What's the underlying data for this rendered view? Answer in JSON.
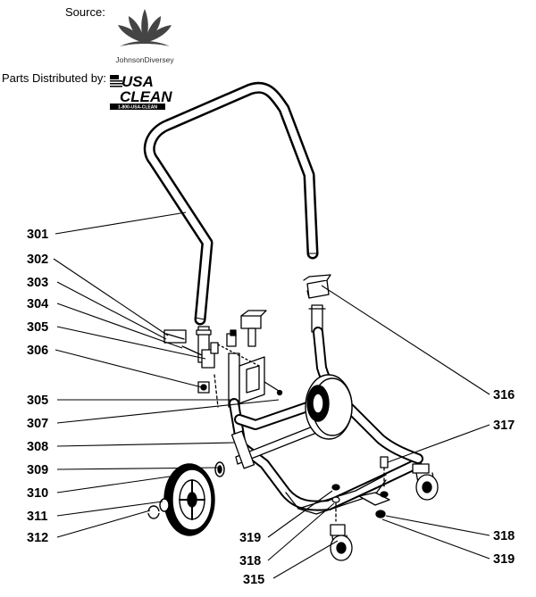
{
  "header": {
    "source_label": "Source:",
    "distributor_label": "Parts Distributed by:",
    "source_brand": "JohnsonDiversey",
    "distributor_brand_line1": "USA",
    "distributor_brand_line2": "CLEAN",
    "distributor_phone": "1-800-USA-CLEAN"
  },
  "callouts": [
    {
      "id": "301",
      "text": "301"
    },
    {
      "id": "302",
      "text": "302"
    },
    {
      "id": "303",
      "text": "303"
    },
    {
      "id": "304",
      "text": "304"
    },
    {
      "id": "305a",
      "text": "305"
    },
    {
      "id": "306",
      "text": "306"
    },
    {
      "id": "305b",
      "text": "305"
    },
    {
      "id": "307",
      "text": "307"
    },
    {
      "id": "308",
      "text": "308"
    },
    {
      "id": "309",
      "text": "309"
    },
    {
      "id": "310",
      "text": "310"
    },
    {
      "id": "311",
      "text": "311"
    },
    {
      "id": "312",
      "text": "312"
    },
    {
      "id": "316",
      "text": "316"
    },
    {
      "id": "317",
      "text": "317"
    },
    {
      "id": "319a",
      "text": "319"
    },
    {
      "id": "318a",
      "text": "318"
    },
    {
      "id": "315",
      "text": "315"
    },
    {
      "id": "318b",
      "text": "318"
    },
    {
      "id": "319b",
      "text": "319"
    }
  ]
}
